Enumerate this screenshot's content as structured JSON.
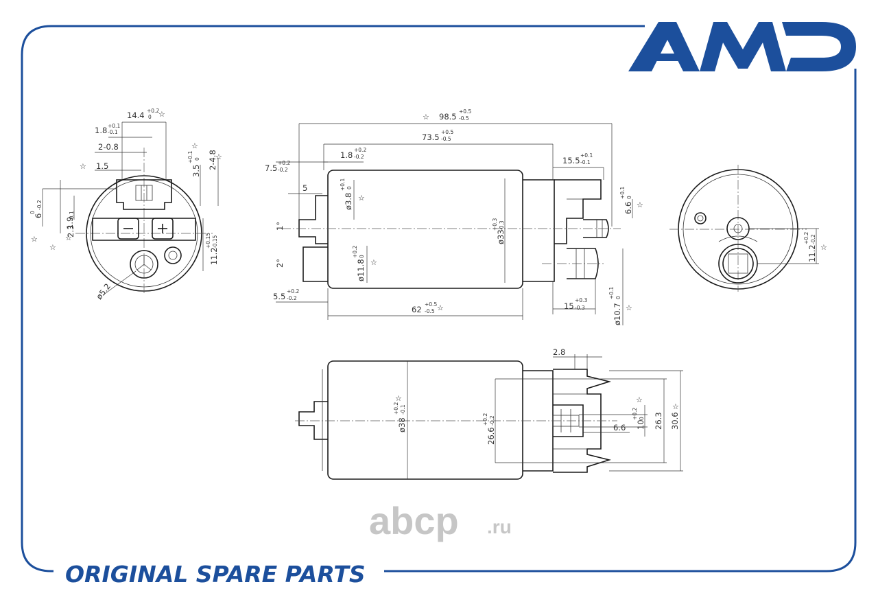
{
  "brand": {
    "logo_text": "AMD",
    "color": "#1c4f9c"
  },
  "footer": {
    "tagline": "ORIGINAL SPARE PARTS"
  },
  "watermark": {
    "main": "abcp",
    "suffix": ".ru"
  },
  "mark_symbol": "☆",
  "end_view_dims": {
    "w14": {
      "v": "14.4",
      "up": "+0.2",
      "lo": "0"
    },
    "w18": {
      "v": "1.8",
      "up": "+0.1",
      "lo": "-0.1"
    },
    "w208": {
      "v": "2-0.8"
    },
    "w15": {
      "v": "1.5"
    },
    "h35": {
      "v": "3.5",
      "up": "+0.1",
      "lo": "0"
    },
    "h248": {
      "v": "2-4.8"
    },
    "h6": {
      "v": "6",
      "up": "0",
      "lo": "-0.2"
    },
    "h23": {
      "v": "2.3",
      "up": "0",
      "lo": "-0.1"
    },
    "h19": {
      "v": "1.9"
    },
    "h112": {
      "v": "11.2",
      "up": "+0.15",
      "lo": "-0.15"
    },
    "d52": {
      "v": "ø5.2"
    }
  },
  "side_view_dims": {
    "l985": {
      "v": "98.5",
      "up": "+0.5",
      "lo": "-0.5"
    },
    "l735": {
      "v": "73.5",
      "up": "+0.5",
      "lo": "-0.5"
    },
    "l18": {
      "v": "1.8",
      "up": "+0.2",
      "lo": "-0.2"
    },
    "l75": {
      "v": "7.5",
      "up": "+0.2",
      "lo": "-0.2"
    },
    "l155": {
      "v": "15.5",
      "up": "+0.1",
      "lo": "-0.1"
    },
    "l5": {
      "v": "5"
    },
    "d38": {
      "v": "ø3.8",
      "up": "+0.1",
      "lo": "0"
    },
    "d33": {
      "v": "ø33",
      "up": "+0.3",
      "lo": "-0.3"
    },
    "h66": {
      "v": "6.6",
      "up": "+0.1",
      "lo": "0"
    },
    "a1": {
      "v": "1°"
    },
    "a2": {
      "v": "2°"
    },
    "d118": {
      "v": "ø11.8",
      "up": "+0.2",
      "lo": "0"
    },
    "l55": {
      "v": "5.5",
      "up": "+0.2",
      "lo": "-0.2"
    },
    "l62": {
      "v": "62",
      "up": "+0.5",
      "lo": "-0.5"
    },
    "l15": {
      "v": "15",
      "up": "+0.3",
      "lo": "-0.3"
    },
    "d107": {
      "v": "ø10.7",
      "up": "+0.1",
      "lo": "0"
    }
  },
  "right_view_dims": {
    "h112": {
      "v": "11.2",
      "up": "+0.2",
      "lo": "-0.2"
    }
  },
  "bottom_view_dims": {
    "l28": {
      "v": "2.8"
    },
    "d38": {
      "v": "ø38",
      "up": "+0.2",
      "lo": "-0.1"
    },
    "h266": {
      "v": "26.6",
      "up": "+0.2",
      "lo": "-0.2"
    },
    "l66": {
      "v": "6.6"
    },
    "h10": {
      "v": "10",
      "up": "+0.2",
      "lo": "0"
    },
    "h263": {
      "v": "26.3"
    },
    "h306": {
      "v": "30.6"
    }
  }
}
